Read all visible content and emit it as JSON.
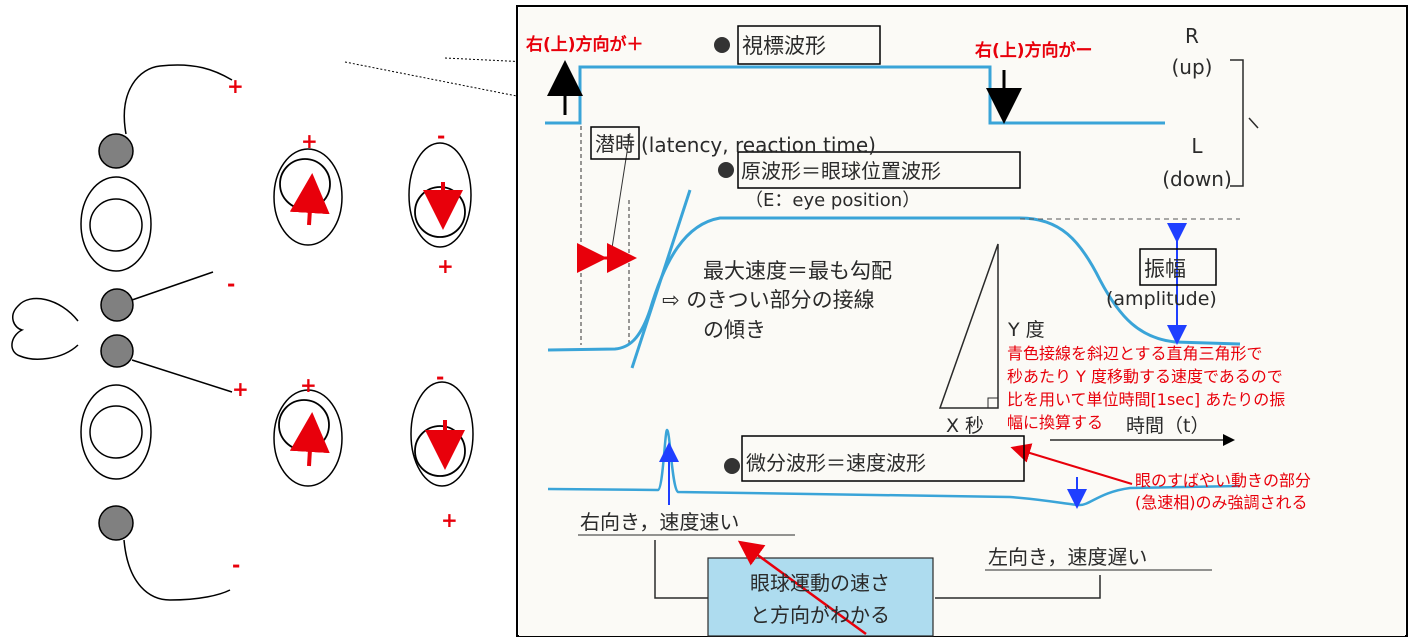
{
  "left_panel": {
    "signs": {
      "s1": "+",
      "s2": "+",
      "s3": "-",
      "s4": "+",
      "s5": "-",
      "s6": "+",
      "s7": "+",
      "s8": "-",
      "s9": "+",
      "s10": "-"
    }
  },
  "figure": {
    "label_right_up_plus": "右(上)方向が＋",
    "label_right_up_minus": "右(上)方向がー",
    "target_waveform": "視標波形",
    "latency_box": "潜時",
    "latency_text": "(latency, reaction time)",
    "r_label": "R",
    "up_label": "(up)",
    "l_label": "L",
    "down_label": "(down)",
    "raw_waveform": "原波形＝眼球位置波形",
    "eye_position": "（E：eye position）",
    "max_speed_1": "最大速度＝最も勾配",
    "max_speed_2": "⇨ のきつい部分の接線",
    "max_speed_3": "の傾き",
    "amplitude_box": "振幅",
    "amplitude_en": "(amplitude)",
    "y_degree": "Y 度",
    "x_seconds": "X 秒",
    "time_axis": "時間（t）",
    "note_1": "青色接線を斜辺とする直角三角形で",
    "note_2": "秒あたり Y 度移動する速度であるので",
    "note_3": "比を用いて単位時間[1sec] あたりの振",
    "note_4": "幅に換算する",
    "velocity_waveform": "微分波形＝速度波形",
    "fast_phase_1": "眼のすばやい動きの部分",
    "fast_phase_2": "(急速相)のみ強調される",
    "right_fast": "右向き，速度速い",
    "left_slow": "左向き，速度遅い",
    "eye_speed_1": "眼球運動の速さ",
    "eye_speed_2": "と方向がわかる"
  },
  "colors": {
    "trace": "#3aa4d8",
    "annotation": "#e8000b",
    "arrow_blue": "#1f3fff",
    "callout_bg": "#aedcef"
  }
}
